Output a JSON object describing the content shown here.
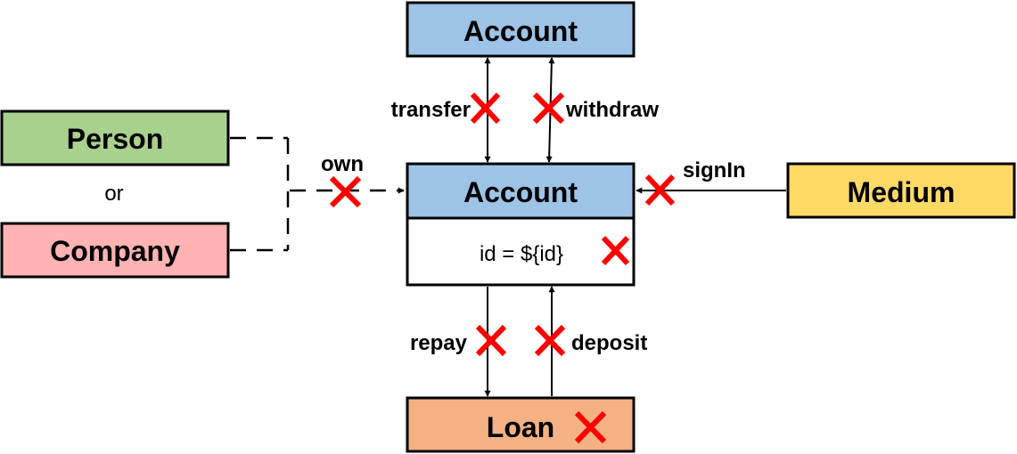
{
  "colors": {
    "account": "#9dc3e6",
    "person": "#a9d18e",
    "company": "#ffb3b3",
    "medium": "#ffd966",
    "loan": "#f4b183",
    "blocked_mark": "#ff0000"
  },
  "nodes": {
    "account_top": "Account",
    "account_main": "Account",
    "account_property": "id = ${id}",
    "person": "Person",
    "or_text": "or",
    "company": "Company",
    "medium": "Medium",
    "loan": "Loan"
  },
  "edges": {
    "transfer": "transfer",
    "withdraw": "withdraw",
    "own": "own",
    "signIn": "signIn",
    "repay": "repay",
    "deposit": "deposit"
  }
}
